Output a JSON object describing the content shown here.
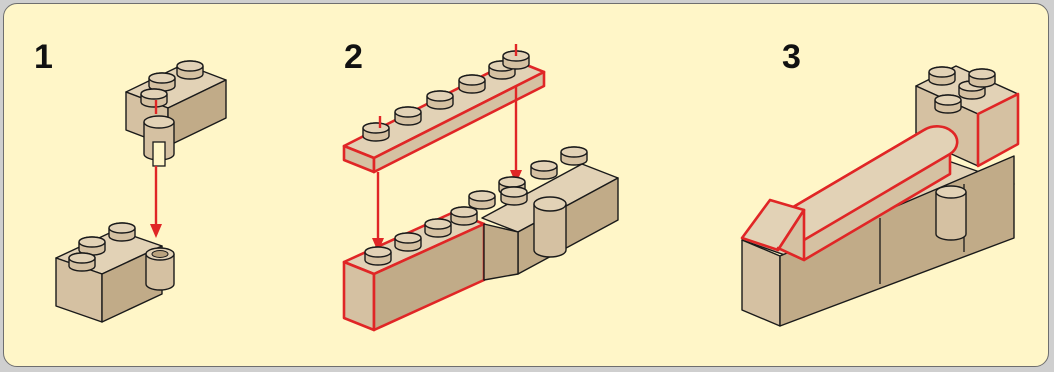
{
  "steps": [
    {
      "number": "1"
    },
    {
      "number": "2"
    },
    {
      "number": "3"
    }
  ],
  "colors": {
    "background": "#fff6c8",
    "brick": "#d5c1a2",
    "highlight": "#e02626",
    "outline": "#1a1a1a"
  }
}
